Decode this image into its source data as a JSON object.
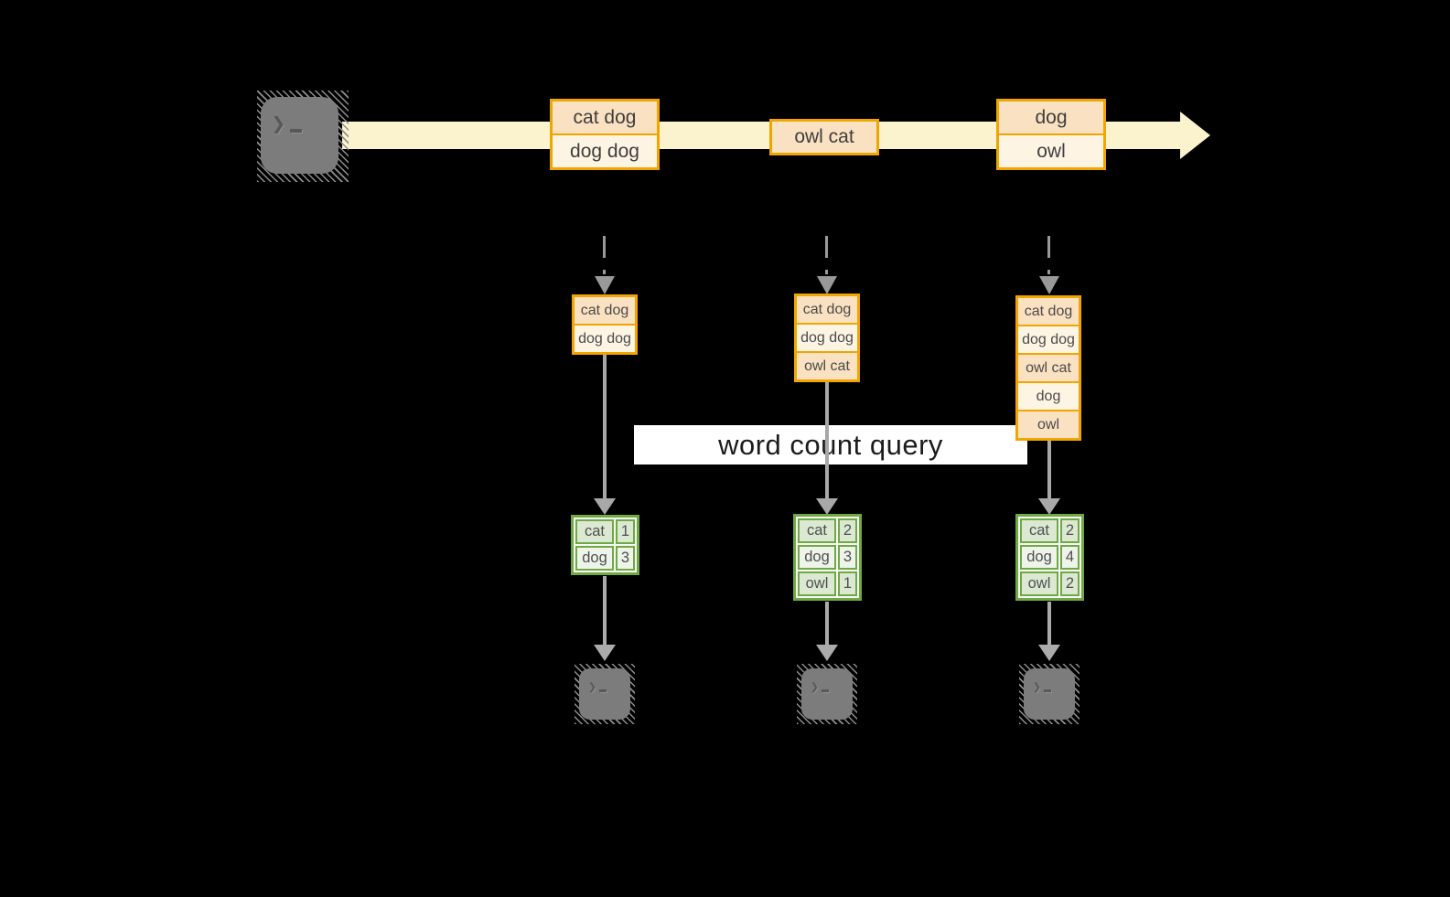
{
  "query_label": {
    "text": "word count query"
  },
  "source": {
    "icon": "terminal"
  },
  "stream": {
    "batches": [
      {
        "lines": [
          "cat dog",
          "dog dog"
        ]
      },
      {
        "lines": [
          "owl cat"
        ]
      },
      {
        "lines": [
          "dog",
          "owl"
        ]
      }
    ]
  },
  "micro_batches": [
    {
      "input": [
        "cat dog",
        "dog dog"
      ],
      "counts": [
        {
          "word": "cat",
          "count": "1"
        },
        {
          "word": "dog",
          "count": "3"
        }
      ]
    },
    {
      "input": [
        "cat dog",
        "dog dog",
        "owl cat"
      ],
      "counts": [
        {
          "word": "cat",
          "count": "2"
        },
        {
          "word": "dog",
          "count": "3"
        },
        {
          "word": "owl",
          "count": "1"
        }
      ]
    },
    {
      "input": [
        "cat dog",
        "dog dog",
        "owl cat",
        "dog",
        "owl"
      ],
      "counts": [
        {
          "word": "cat",
          "count": "2"
        },
        {
          "word": "dog",
          "count": "4"
        },
        {
          "word": "owl",
          "count": "2"
        }
      ]
    }
  ],
  "colors": {
    "background": "#000000",
    "stream_band": "#FBF2CE",
    "box_border_orange": "#F0A500",
    "row_peach": "#FAE1C1",
    "row_cream": "#FDF4E4",
    "table_border_green": "#6FA845",
    "table_cell_dark": "#DBE9D2",
    "table_cell_light": "#EEF4EA",
    "arrow_gray": "#A8A8A8",
    "terminal_gray": "#7C7C7C"
  }
}
